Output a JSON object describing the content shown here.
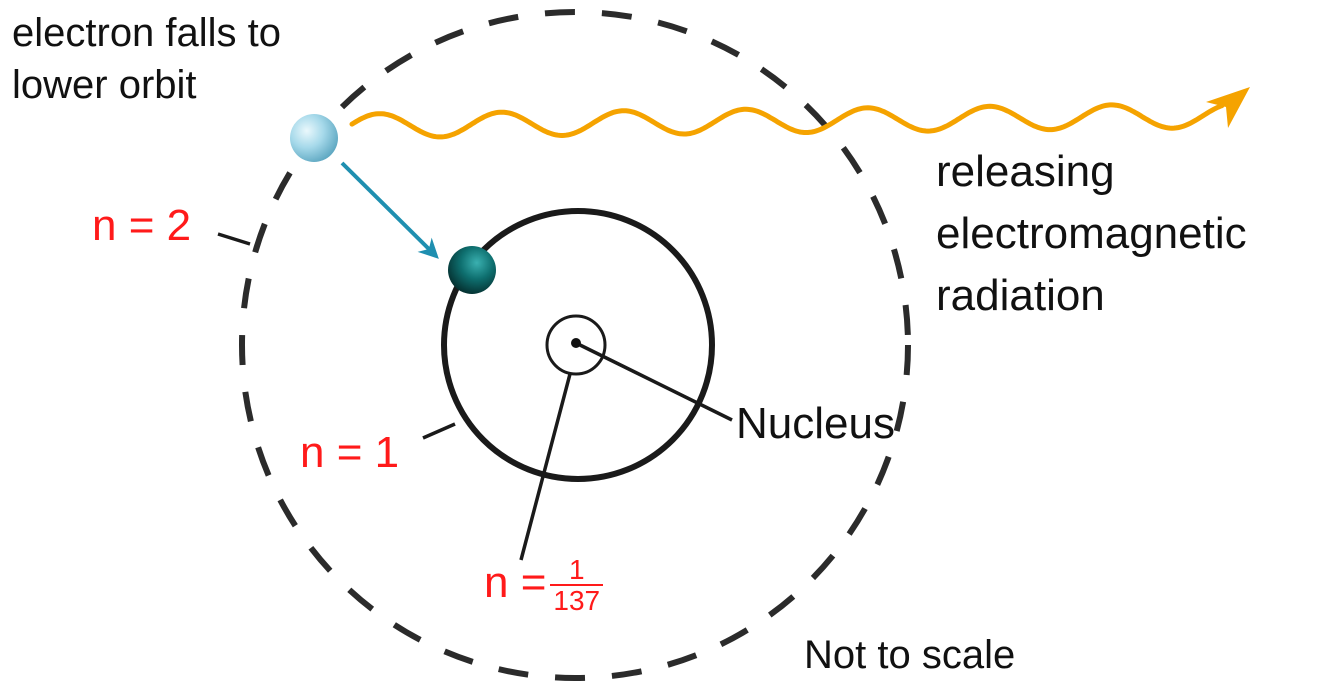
{
  "labels": {
    "electron_falls": "electron falls to",
    "lower_orbit": "lower orbit",
    "releasing": "releasing",
    "electromagnetic": "electromagnetic",
    "radiation": "radiation",
    "n2": "n = 2",
    "n1": "n = 1",
    "nucleus": "Nucleus",
    "n_prefix": "n =",
    "n_frac_num": "1",
    "n_frac_den": "137",
    "not_to_scale": "Not to scale"
  },
  "colors": {
    "orbit": "#2b2b2b",
    "wave": "#f5a300",
    "transition_arrow": "#1f8fb0",
    "electron_outer": "#9fd3e6",
    "electron_inner": "#0e6f6f",
    "label_red": "#ff1a1a",
    "label_black": "#111111"
  }
}
